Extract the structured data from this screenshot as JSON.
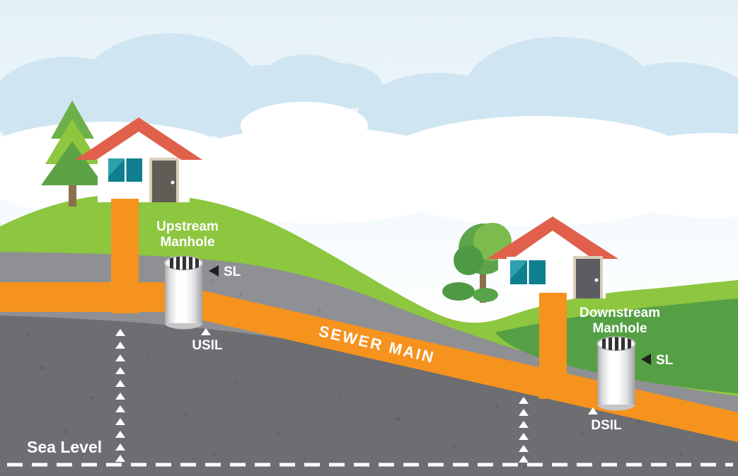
{
  "diagram": {
    "labels": {
      "upstream_line1": "Upstream",
      "upstream_line2": "Manhole",
      "upstream_sl": "SL",
      "usil": "USIL",
      "sewer_main": "SEWER MAIN",
      "downstream_line1": "Downstream",
      "downstream_line2": "Manhole",
      "downstream_sl": "SL",
      "dsil": "DSIL",
      "sea_level": "Sea Level"
    },
    "colors": {
      "sky": "#e9f3fa",
      "cloud": "#cfe6f2",
      "grass_light": "#8dc63f",
      "grass_dark": "#55a045",
      "ground_upper": "#8e9093",
      "ground_lower": "#6c6e71",
      "pipe_orange": "#f6921e",
      "roof_red": "#e0604b",
      "window_teal": "#0f7f8f",
      "marker_dark": "#231f20",
      "label_text": "#ffffff"
    }
  }
}
